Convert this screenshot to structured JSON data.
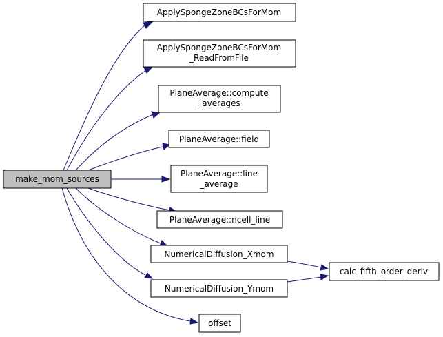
{
  "graph": {
    "edge_color": "#191970",
    "root": {
      "label": "make_mom_sources"
    },
    "nodes": {
      "sponge": {
        "lines": [
          "ApplySpongeZoneBCsForMom"
        ]
      },
      "sponge_file": {
        "lines": [
          "ApplySpongeZoneBCsForMom",
          "_ReadFromFile"
        ]
      },
      "compute_avg": {
        "lines": [
          "PlaneAverage::compute",
          "_averages"
        ]
      },
      "field": {
        "lines": [
          "PlaneAverage::field"
        ]
      },
      "line_avg": {
        "lines": [
          "PlaneAverage::line",
          "_average"
        ]
      },
      "ncell": {
        "lines": [
          "PlaneAverage::ncell_line"
        ]
      },
      "diff_x": {
        "lines": [
          "NumericalDiffusion_Xmom"
        ]
      },
      "diff_y": {
        "lines": [
          "NumericalDiffusion_Ymom"
        ]
      },
      "offset": {
        "lines": [
          "offset"
        ]
      },
      "calc": {
        "lines": [
          "calc_fifth_order_deriv"
        ]
      }
    }
  }
}
